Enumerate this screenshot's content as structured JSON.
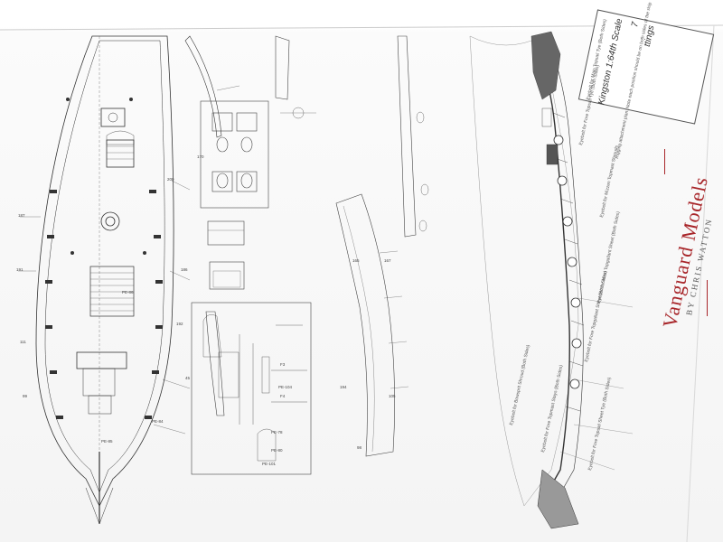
{
  "brand": {
    "name": "Vanguard Models",
    "byline": "BY CHRIS WATTON",
    "accent": "#a8262a"
  },
  "title_block": {
    "line1": "Kingston 1:64th Scale",
    "line2": "7",
    "line3": "ttings"
  },
  "notes": [
    "Eyebolt for Fore Topsail Sheet Tye (Both Sides)",
    "Eyebolt for Fore Topmast Stays (Both Sides)",
    "Eyebolt for Bowsprit Shroud (Both Sides)",
    "Eyebolt for Fore Topgallant Sheet (Both Sides)",
    "Eyebolt for Main Topgallant Sheet (Both Sides)",
    "Eyebolt for Mizzen Topmast Shrouds",
    "Rigging attachment plan: Note each position should be on both sides of the ship",
    "Eyebolt for Fore Topsail Tye (Both Sides)",
    "Eyebolt for Main Topsail Tye (Both Sides)"
  ],
  "labels": {
    "pe84": "PE-84",
    "pe85": "PE-85",
    "pe86": "PE-86",
    "pe101": "PE-101",
    "pe104": "PE-104",
    "pe78": "PE-78",
    "pe80": "PE-80",
    "f3": "F3",
    "f4": "F4",
    "d200": "200",
    "d170": "170",
    "d165": "165",
    "d167": "167",
    "d194": "194",
    "d105": "105",
    "d98": "98",
    "d191": "191",
    "d187": "187",
    "d186": "186",
    "d111": "111",
    "d99": "99",
    "d192": "192",
    "d45": "45"
  }
}
